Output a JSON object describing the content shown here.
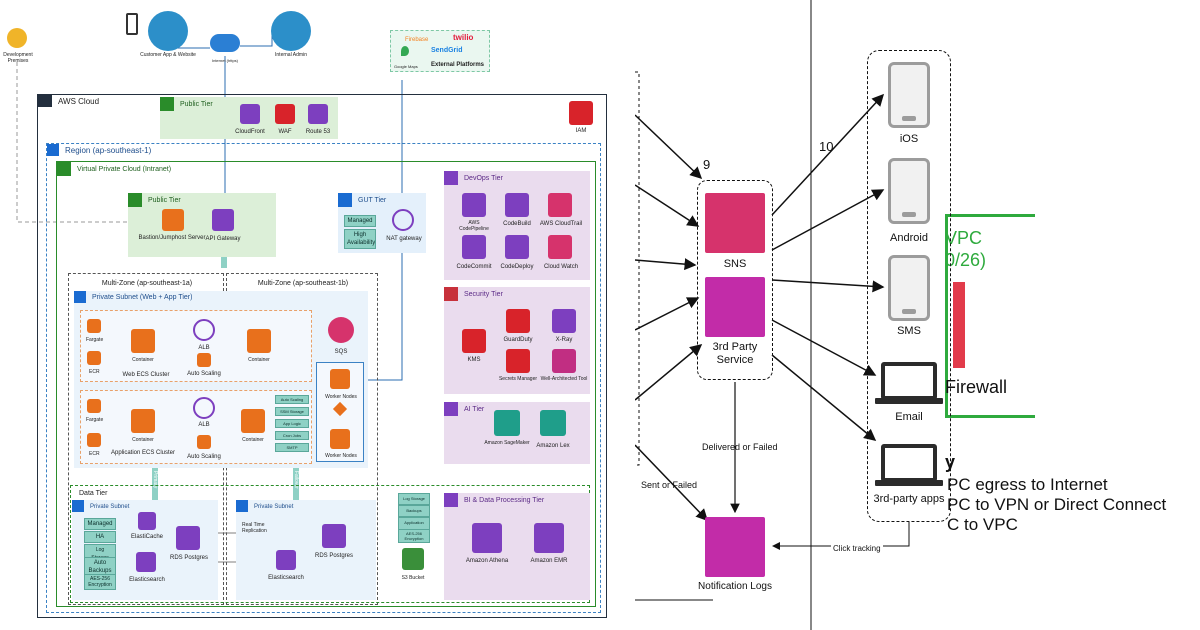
{
  "left": {
    "dev_premises": "Development Premises",
    "customer_app": "Customer App & Website",
    "internet": "Internet (https)",
    "internal_admin": "Internal Admin",
    "external": {
      "firebase": "Firebase",
      "twilio": "twilio",
      "sendgrid": "SendGrid",
      "google_maps": "Google Maps",
      "label": "External Platforms"
    },
    "aws_cloud": "AWS Cloud",
    "public_tier_top": {
      "title": "Public Tier",
      "items": [
        "CloudFront",
        "WAF",
        "Route 53"
      ]
    },
    "iam": "IAM",
    "region": "Region (ap-southeast-1)",
    "vpc": "Virtual Private Cloud (Intranet)",
    "public_tier": {
      "title": "Public Tier",
      "bastion": "Bastion/Jumphost Server",
      "apigw": "API Gateway"
    },
    "gut_tier": {
      "title": "GUT Tier",
      "managed": "Managed",
      "ha": "High Availability",
      "nat": "NAT gateway"
    },
    "devops": {
      "title": "DevOps Tier",
      "items": [
        "AWS CodePipeline",
        "CodeBuild",
        "AWS CloudTrail",
        "CodeCommit",
        "CodeDeploy",
        "Cloud Watch"
      ]
    },
    "security": {
      "title": "Security Tier",
      "items": [
        "KMS",
        "GuardDuty",
        "X-Ray",
        "Secrets Manager",
        "Well-Architected Tool"
      ]
    },
    "ai": {
      "title": "AI Tier",
      "items": [
        "Amazon SageMaker",
        "Amazon Lex"
      ]
    },
    "bi": {
      "title": "BI & Data Processing Tier",
      "items": [
        "Amazon Athena",
        "Amazon EMR"
      ]
    },
    "zone_a": "Multi-Zone (ap-southeast-1a)",
    "zone_b": "Multi-Zone (ap-southeast-1b)",
    "private_subnet": "Private Subnet (Web + App Tier)",
    "fargate": "Fargate",
    "ecr": "ECR",
    "container": "Container",
    "alb": "ALB",
    "auto_scaling": "Auto Scaling",
    "web_ecs": "Web ECS Cluster",
    "app_ecs": "Application ECS Cluster",
    "sqs": "SQS",
    "worker_nodes": "Worker Nodes",
    "app_badges": [
      "Auto Scaling",
      "SSM Storage",
      "App Logic",
      "Cron Jobs",
      "SMTP"
    ],
    "data_tier": "Data Tier",
    "ds_private_subnet": "Private Subnet",
    "ds_badges": [
      "Managed",
      "HA",
      "Log Storage",
      "Auto Backups",
      "AES-256 Encryption"
    ],
    "elasticache": "ElastiCache",
    "rds_postgres": "RDS Postgres",
    "elasticsearch": "Elasticsearch",
    "replication": "Real Time Replication",
    "primary": "Primary",
    "failover": "Failover",
    "s3_badges": [
      "Log Storage",
      "Backups",
      "Application Files",
      "AES-256 Encryption"
    ],
    "s3": "S3 Bucket"
  },
  "right": {
    "n9": "9",
    "n10": "10",
    "sns": "SNS",
    "third_party_service": "3rd Party Service",
    "devices": [
      "iOS",
      "Android",
      "SMS",
      "Email",
      "3rd-party apps"
    ],
    "delivered_failed": "Delivered or Failed",
    "sent_failed": "Sent or Failed",
    "notification_logs": "Notification Logs",
    "click_tracking": "Click tracking",
    "bg_vpc1": "VPC",
    "bg_vpc2": "0/26)",
    "bg_firewall": "Firewall",
    "bg_y": "y",
    "bg_l1": "PC egress to Internet",
    "bg_l2": "PC to VPN or Direct Connect",
    "bg_l3": "C to VPC"
  }
}
